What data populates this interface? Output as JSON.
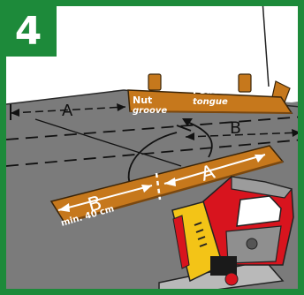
{
  "step": {
    "number": "4"
  },
  "plank_back": {
    "groove_de": "Nut",
    "groove_en": "groove",
    "tongue_de": "Feder",
    "tongue_en": "tongue"
  },
  "plank_front": {
    "segment_a": "A",
    "segment_b": "B",
    "min_length": "min. 40 cm"
  },
  "floor": {
    "distance_a": "A",
    "distance_b": "B"
  },
  "colors": {
    "frame_green": "#1d8a3a",
    "floor_grey": "#7b7b7b",
    "plank_orange": "#c6781c",
    "saw_red": "#d8141e",
    "saw_yellow": "#f3c417"
  }
}
